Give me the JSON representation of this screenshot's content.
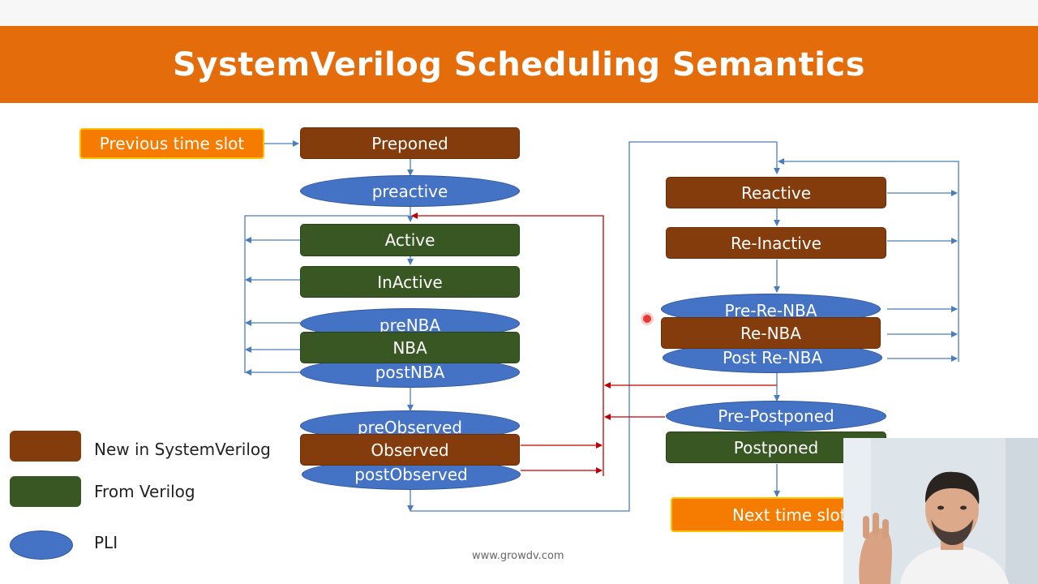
{
  "title": "SystemVerilog Scheduling Semantics",
  "left_column": {
    "previous": "Previous time slot",
    "preponed": "Preponed",
    "preactive": "preactive",
    "active": "Active",
    "inactive": "InActive",
    "prenba": "preNBA",
    "nba": "NBA",
    "postnba": "postNBA",
    "preobserved": "preObserved",
    "observed": "Observed",
    "postobserved": "postObserved"
  },
  "right_column": {
    "reactive": "Reactive",
    "reinactive": "Re-Inactive",
    "prerenba": "Pre-Re-NBA",
    "renba": "Re-NBA",
    "postrenba": "Post Re-NBA",
    "prepostponed": "Pre-Postponed",
    "postponed": "Postponed",
    "next": "Next  time slot"
  },
  "legend": [
    {
      "label": "New in SystemVerilog",
      "color": "#843c0c"
    },
    {
      "label": "From Verilog",
      "color": "#385723"
    },
    {
      "label": "PLI",
      "color": "#4472c4"
    }
  ],
  "website": "www.growdv.com",
  "colors": {
    "title_bar": "#e46c0a",
    "brown": "#843c0c",
    "green": "#385723",
    "blue": "#4472c4",
    "orange": "#f57c00",
    "arrow_blue": "#4a7ebb",
    "arrow_red": "#c00000"
  }
}
